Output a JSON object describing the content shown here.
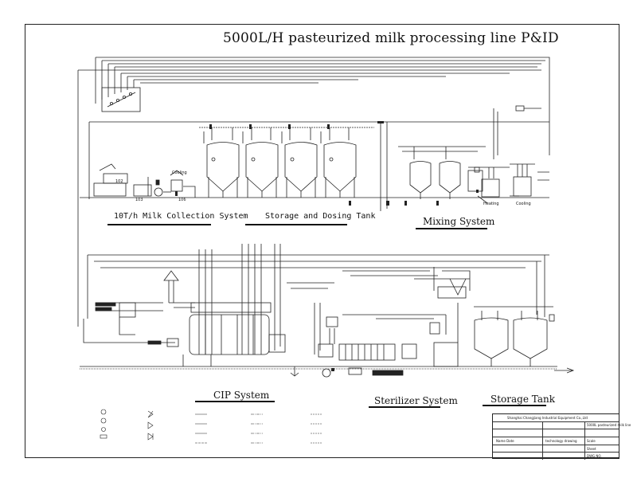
{
  "title": "5000L/H pasteurized milk processing line P&ID",
  "sections": {
    "collection": "10T/h Milk Collection System",
    "storage_dosing": "Storage and Dosing Tank",
    "mixing": "Mixing System",
    "cip": "CIP System",
    "sterilizer": "Sterilizer System",
    "storage_tank": "Storage Tank"
  },
  "annotations": {
    "cooling_left": "Cooling",
    "heating": "Heating",
    "cooling_right": "Cooling",
    "tag_102": "102",
    "tag_103": "103",
    "tag_106": "106"
  },
  "title_block": {
    "company": "Shanghai Changjiang Industrial Equipment Co.,Ltd",
    "project": "5000L pasteurized milk line",
    "drawing": "technology drawing",
    "field_a": "Name Date",
    "field_b": "Scale",
    "field_c": "Sheet",
    "field_d": "DWG NO."
  }
}
